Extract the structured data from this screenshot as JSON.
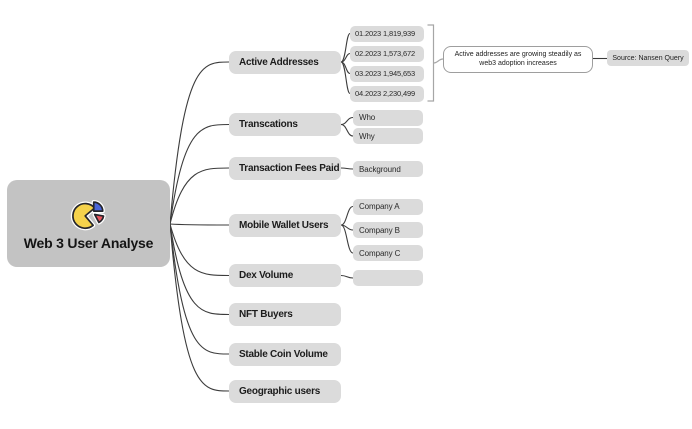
{
  "central": {
    "label": "Web 3 User Analyse",
    "icon": "pie-chart-icon"
  },
  "branches": [
    {
      "label": "Active Addresses",
      "children": [
        "01.2023 1,819,939",
        "02.2023 1,573,672",
        "03.2023 1,945,653",
        "04.2023 2,230,499"
      ]
    },
    {
      "label": "Transcations",
      "children": [
        "Who",
        "Why"
      ]
    },
    {
      "label": "Transaction Fees Paid",
      "children": [
        "Background"
      ]
    },
    {
      "label": "Mobile Wallet Users",
      "children": [
        "Company A",
        "Company B",
        "Company C"
      ]
    },
    {
      "label": "Dex Volume",
      "children": [
        ""
      ]
    },
    {
      "label": "NFT Buyers",
      "children": []
    },
    {
      "label": "Stable Coin Volume",
      "children": []
    },
    {
      "label": "Geographic users",
      "children": []
    }
  ],
  "summary_note": {
    "text": "Active addresses are growing steadily as web3 adoption increases"
  },
  "source": {
    "label": "Source: Nansen Query"
  },
  "colors": {
    "canvas": "#ffffff",
    "central_node": "#c3c3c3",
    "node": "#dbdbdb",
    "line": "#3c3c3c",
    "bracket": "#a6a6a6",
    "note_border": "#9e9e9e",
    "pie_yellow": "#f5d24b",
    "pie_blue": "#4a66d9",
    "pie_red": "#e9565e"
  }
}
